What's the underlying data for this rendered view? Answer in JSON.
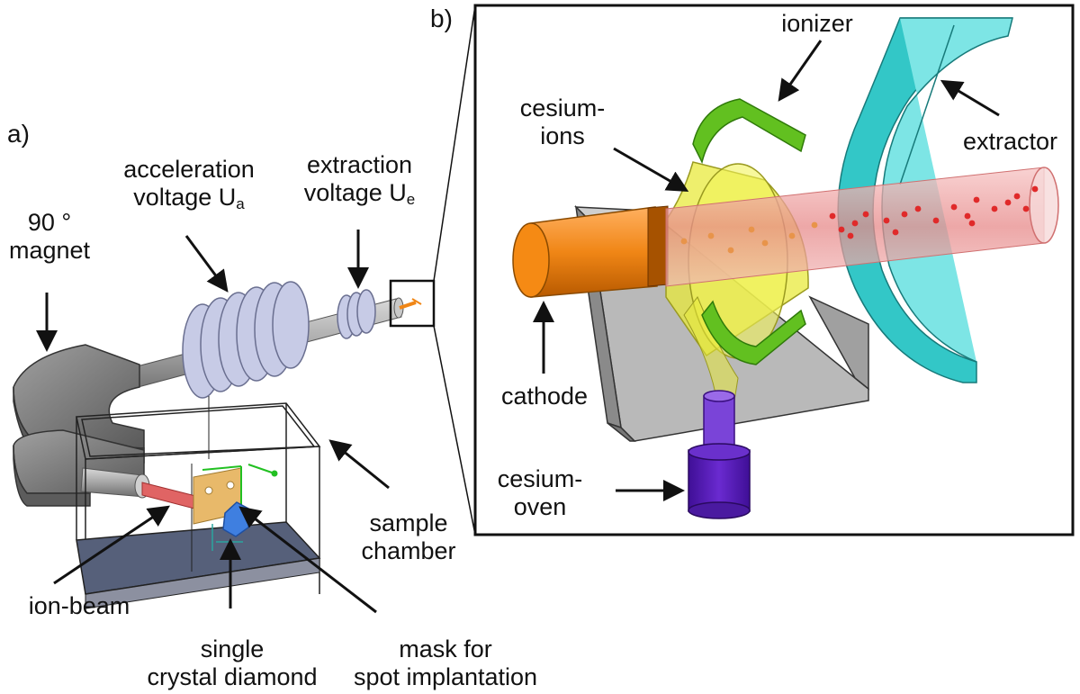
{
  "panels": {
    "a": "a)",
    "b": "b)"
  },
  "labels_a": {
    "magnet_l1": "90 °",
    "magnet_l2": "magnet",
    "accel_l1": "acceleration",
    "accel_l2_prefix": "voltage U",
    "accel_sub": "a",
    "extract_l1": "extraction",
    "extract_l2_prefix": "voltage U",
    "extract_sub": "e",
    "sample_l1": "sample",
    "sample_l2": "chamber",
    "ionbeam": "ion-beam",
    "diamond_l1": "single",
    "diamond_l2": "crystal diamond",
    "mask_l1": "mask for",
    "mask_l2": "spot implantation"
  },
  "labels_b": {
    "ionizer": "ionizer",
    "cesium_ions_l1": "cesium-",
    "cesium_ions_l2": "ions",
    "extractor": "extractor",
    "cathode": "cathode",
    "oven_l1": "cesium-",
    "oven_l2": "oven"
  },
  "colors": {
    "magnet": "#8a8a8a",
    "coil": "#b9bedb",
    "tube": "#a9a9a9",
    "beam": "#e06a6a",
    "mask": "#e8b96a",
    "diamond": "#3f7fe0",
    "floor": "#55607a",
    "cathode": "#f58a14",
    "ionizer": "#62c020",
    "cone": "#e8ea3c",
    "extractor": "#33c7c7",
    "oven": "#5a1db8",
    "ion_dots": "#e02a2a"
  }
}
